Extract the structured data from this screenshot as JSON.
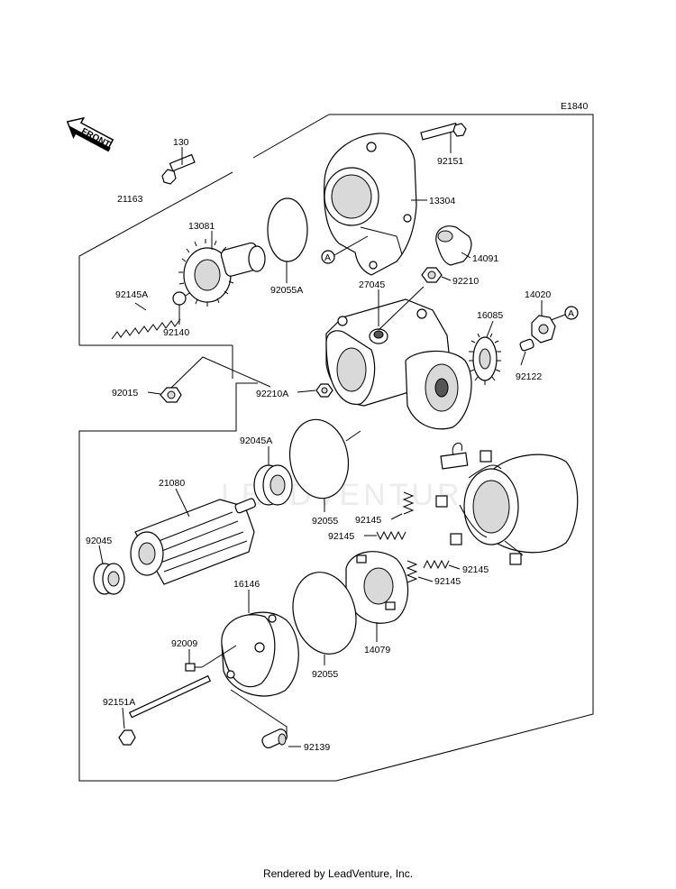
{
  "diagram_code": "E1840",
  "front_label": "FRONT",
  "watermark": "LEADVENTURE",
  "callouts": [
    {
      "id": "130",
      "label": "130"
    },
    {
      "id": "21163",
      "label": "21163"
    },
    {
      "id": "13081",
      "label": "13081"
    },
    {
      "id": "92145A",
      "label": "92145A"
    },
    {
      "id": "92140",
      "label": "92140"
    },
    {
      "id": "92055A",
      "label": "92055A"
    },
    {
      "id": "92151",
      "label": "92151"
    },
    {
      "id": "13304",
      "label": "13304"
    },
    {
      "id": "14091",
      "label": "14091"
    },
    {
      "id": "92210",
      "label": "92210"
    },
    {
      "id": "27045",
      "label": "27045"
    },
    {
      "id": "14020",
      "label": "14020"
    },
    {
      "id": "16085",
      "label": "16085"
    },
    {
      "id": "92122",
      "label": "92122"
    },
    {
      "id": "92015",
      "label": "92015"
    },
    {
      "id": "92210A",
      "label": "92210A"
    },
    {
      "id": "92045A",
      "label": "92045A"
    },
    {
      "id": "21080",
      "label": "21080"
    },
    {
      "id": "92045",
      "label": "92045"
    },
    {
      "id": "92055a",
      "label": "92055"
    },
    {
      "id": "92145a",
      "label": "92145"
    },
    {
      "id": "92145b",
      "label": "92145"
    },
    {
      "id": "92145c",
      "label": "92145"
    },
    {
      "id": "92145d",
      "label": "92145"
    },
    {
      "id": "16146",
      "label": "16146"
    },
    {
      "id": "14079",
      "label": "14079"
    },
    {
      "id": "92009",
      "label": "92009"
    },
    {
      "id": "92055b",
      "label": "92055"
    },
    {
      "id": "92151A",
      "label": "92151A"
    },
    {
      "id": "92139",
      "label": "92139"
    }
  ],
  "ref_markers": [
    "A",
    "A"
  ],
  "footer": "Rendered by LeadVenture, Inc."
}
